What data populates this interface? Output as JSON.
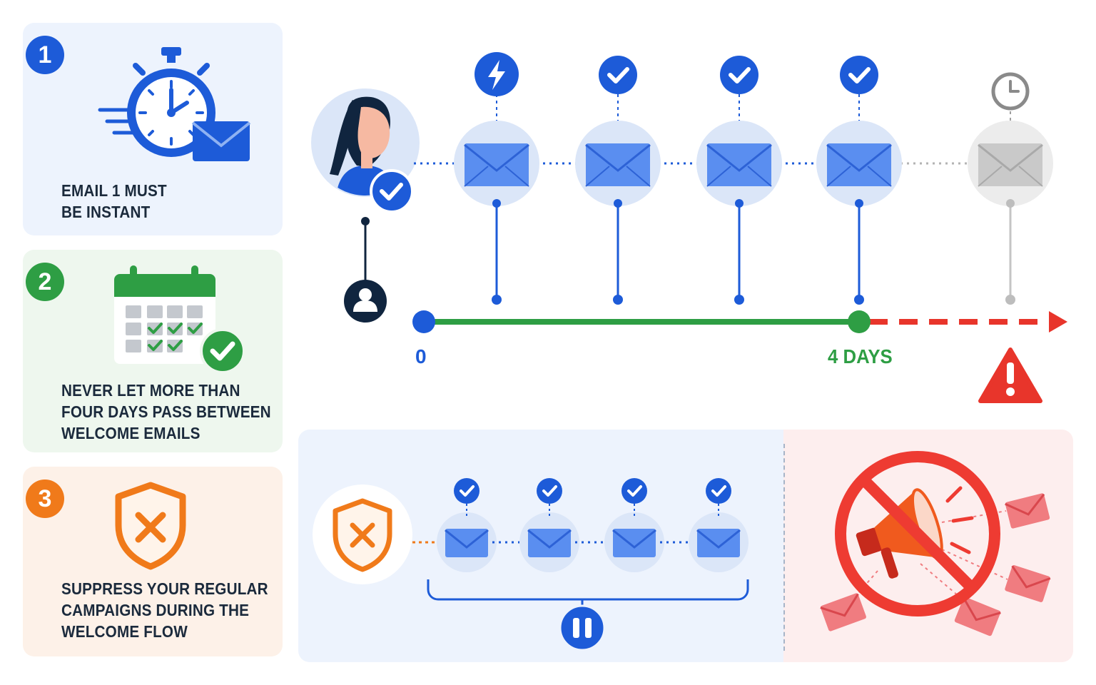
{
  "rules": [
    {
      "number": "1",
      "text_line1": "EMAIL 1 MUST",
      "text_line2": "BE INSTANT",
      "icon": "stopwatch-email-icon",
      "color": "#1d5bd8"
    },
    {
      "number": "2",
      "text_line1": "NEVER LET MORE THAN",
      "text_line2": "FOUR DAYS PASS BETWEEN",
      "text_line3": "WELCOME EMAILS",
      "icon": "calendar-check-icon",
      "color": "#2e9e44"
    },
    {
      "number": "3",
      "text_line1": "SUPPRESS YOUR REGULAR",
      "text_line2": "CAMPAIGNS DURING THE",
      "text_line3": "WELCOME FLOW",
      "icon": "shield-x-icon",
      "color": "#f07a1a"
    }
  ],
  "timeline": {
    "start_label": "0",
    "end_label": "4 DAYS",
    "emails_sent": 4,
    "late_emails": 1,
    "start_color": "#1d5bd8",
    "ok_color": "#2e9e44",
    "late_color": "#e8352b",
    "pending_color": "#9e9e9e"
  },
  "suppression": {
    "sequence_emails": 4,
    "paused_icon": "pause-icon",
    "blocked_icon": "no-megaphone-icon",
    "blocked_color": "#e8352b"
  }
}
